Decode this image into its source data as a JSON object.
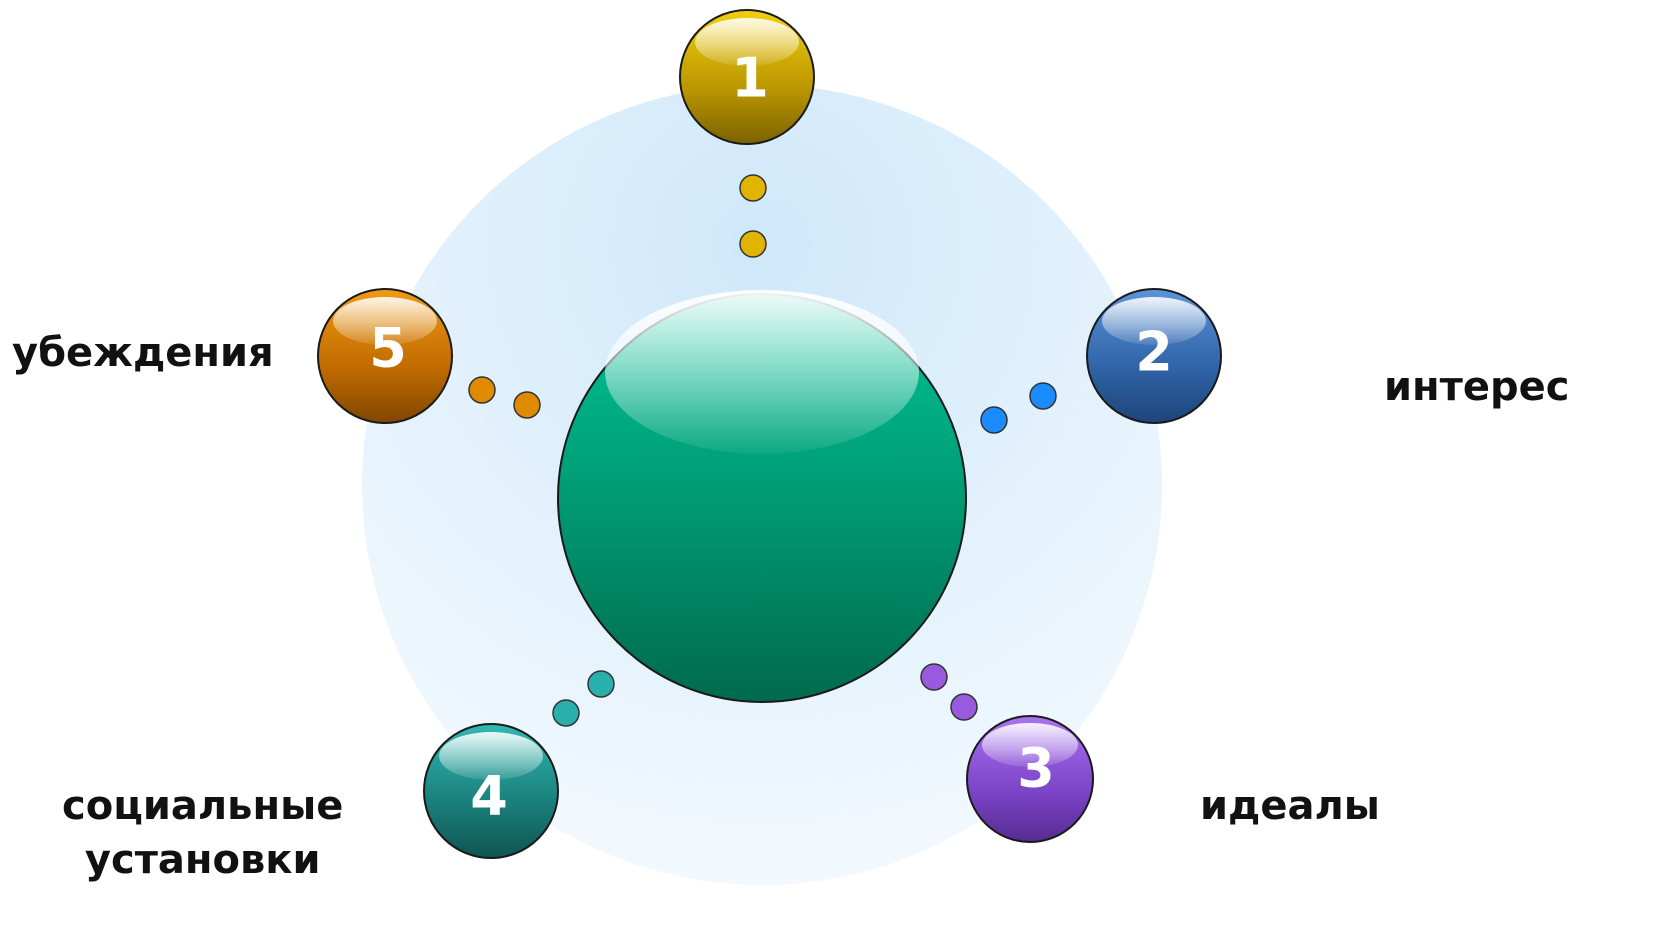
{
  "nodes": [
    {
      "number": "1",
      "label": [
        ""
      ],
      "color": "#c8a100"
    },
    {
      "number": "2",
      "label": [
        "интерес"
      ],
      "color": "#3a6fb0"
    },
    {
      "number": "3",
      "label": [
        "идеалы"
      ],
      "color": "#8a4fd0"
    },
    {
      "number": "4",
      "label": [
        "социальные",
        "установки"
      ],
      "color": "#1d8c86"
    },
    {
      "number": "5",
      "label": [
        "убеждения"
      ],
      "color": "#d27d00"
    }
  ],
  "center": {
    "color": "#00a07a"
  },
  "background": {
    "color": "#d6ecfb"
  },
  "dot_colors": [
    "#e0b400",
    "#1a8cff",
    "#9a5ae0",
    "#2ab0ac",
    "#e08a00"
  ]
}
